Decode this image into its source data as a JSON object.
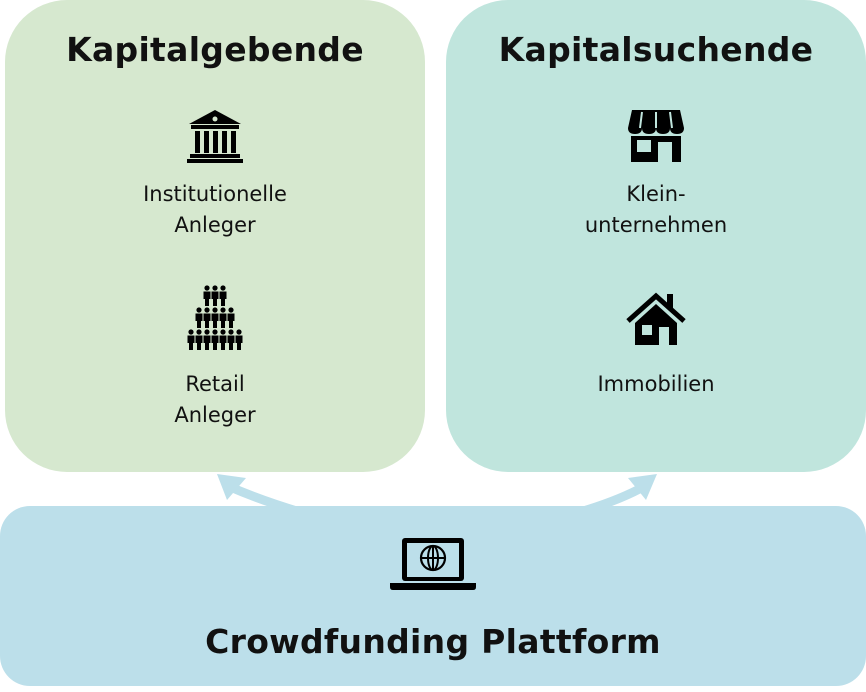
{
  "investors": {
    "title": "Kapitalgebende",
    "items": [
      {
        "icon": "bank-icon",
        "label_line1": "Institutionelle",
        "label_line2": "Anleger"
      },
      {
        "icon": "crowd-icon",
        "label_line1": "Retail",
        "label_line2": "Anleger"
      }
    ]
  },
  "seekers": {
    "title": "Kapitalsuchende",
    "items": [
      {
        "icon": "store-icon",
        "label_line1": "Klein-",
        "label_line2": "unternehmen"
      },
      {
        "icon": "house-icon",
        "label_line1": "Immobilien"
      }
    ]
  },
  "platform": {
    "title": "Crowdfunding Plattform",
    "icon": "laptop-globe-icon"
  },
  "colors": {
    "investors": "#d6e8cf",
    "seekers": "#c0e5dd",
    "platform": "#bcdfea",
    "arrow": "#bcdfea"
  }
}
